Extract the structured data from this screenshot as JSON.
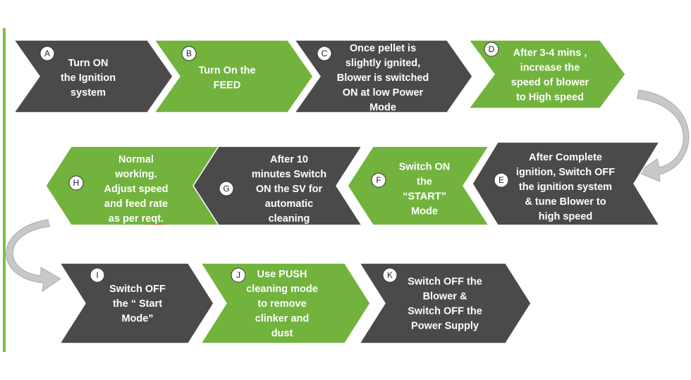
{
  "colors": {
    "dark": "#4a4a4a",
    "green": "#72b33e",
    "arrow": "#c8c8c8",
    "accent_bar": "#7ac143"
  },
  "steps": [
    {
      "letter": "A",
      "lines": [
        "Turn ON",
        "the Ignition",
        "system"
      ],
      "color": "dark"
    },
    {
      "letter": "B",
      "lines": [
        "Turn On the",
        "FEED"
      ],
      "color": "green"
    },
    {
      "letter": "C",
      "lines": [
        "Once pellet is",
        "slightly ignited,",
        "Blower is switched",
        "ON at low  Power",
        "Mode"
      ],
      "color": "dark"
    },
    {
      "letter": "D",
      "lines": [
        "After 3-4 mins ,",
        "increase the",
        "speed of blower",
        "to High speed"
      ],
      "color": "green"
    },
    {
      "letter": "E",
      "lines": [
        "After Complete",
        "ignition, Switch OFF",
        "the ignition system",
        "& tune Blower to",
        "high speed"
      ],
      "color": "dark"
    },
    {
      "letter": "F",
      "lines": [
        "Switch ON",
        "the",
        "“START”",
        "Mode"
      ],
      "color": "green"
    },
    {
      "letter": "G",
      "lines": [
        "After 10",
        "minutes Switch",
        "ON the  SV for",
        "automatic",
        "cleaning"
      ],
      "color": "dark"
    },
    {
      "letter": "H",
      "lines": [
        "Normal",
        "working.",
        "Adjust speed",
        "and feed rate",
        "as per reqt."
      ],
      "color": "green"
    },
    {
      "letter": "I",
      "lines": [
        "Switch OFF",
        "the “ Start",
        "Mode”"
      ],
      "color": "dark"
    },
    {
      "letter": "J",
      "lines": [
        "Use  PUSH",
        "cleaning mode",
        "to remove",
        "clinker and",
        "dust"
      ],
      "color": "green"
    },
    {
      "letter": "K",
      "lines": [
        "Switch OFF the",
        "Blower &",
        "Switch OFF the",
        "Power Supply"
      ],
      "color": "dark"
    }
  ]
}
